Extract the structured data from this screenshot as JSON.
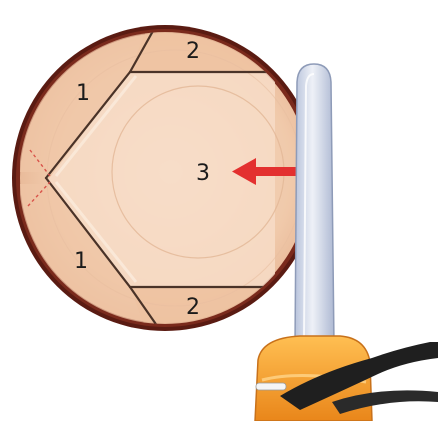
{
  "labels": {
    "upper_left": "1",
    "lower_left": "1",
    "upper_right": "2",
    "lower_right": "2",
    "center": "3"
  },
  "colors": {
    "bark": "#5a1b12",
    "wood": "#f1ccb0",
    "wood_light": "#f6ddc8",
    "cut_line": "#4a3328",
    "arrow": "#e3302f",
    "saw_bar": "#dde3ef",
    "saw_housing": "#f39a1d"
  },
  "icons": {
    "arrow": "arrow-left-icon",
    "chainsaw": "chainsaw-icon"
  }
}
